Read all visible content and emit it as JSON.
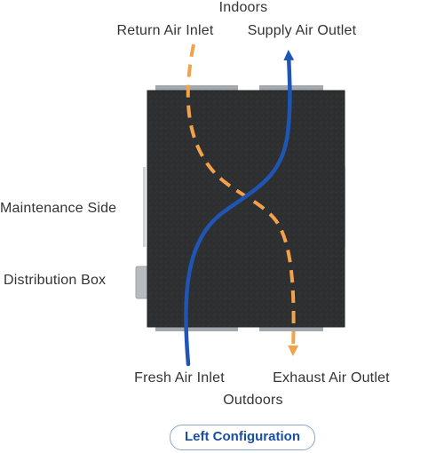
{
  "labels": {
    "indoors": "Indoors",
    "return_air_inlet": "Return Air Inlet",
    "supply_air_outlet": "Supply Air Outlet",
    "maintenance_side": "Maintenance Side",
    "distribution_box": "Distribution Box",
    "fresh_air_inlet": "Fresh Air Inlet",
    "exhaust_air_outlet": "Exhaust Air Outlet",
    "outdoors": "Outdoors"
  },
  "config_button": {
    "label": "Left Configuration"
  },
  "colors": {
    "unit_body": "#2d2f31",
    "supply_flow": "#1f56b3",
    "exhaust_flow": "#f4a24a",
    "duct_collar": "#a3a8ad",
    "button_text": "#1a4f9e",
    "button_border": "#8fa7c6",
    "label_text": "#333333"
  }
}
